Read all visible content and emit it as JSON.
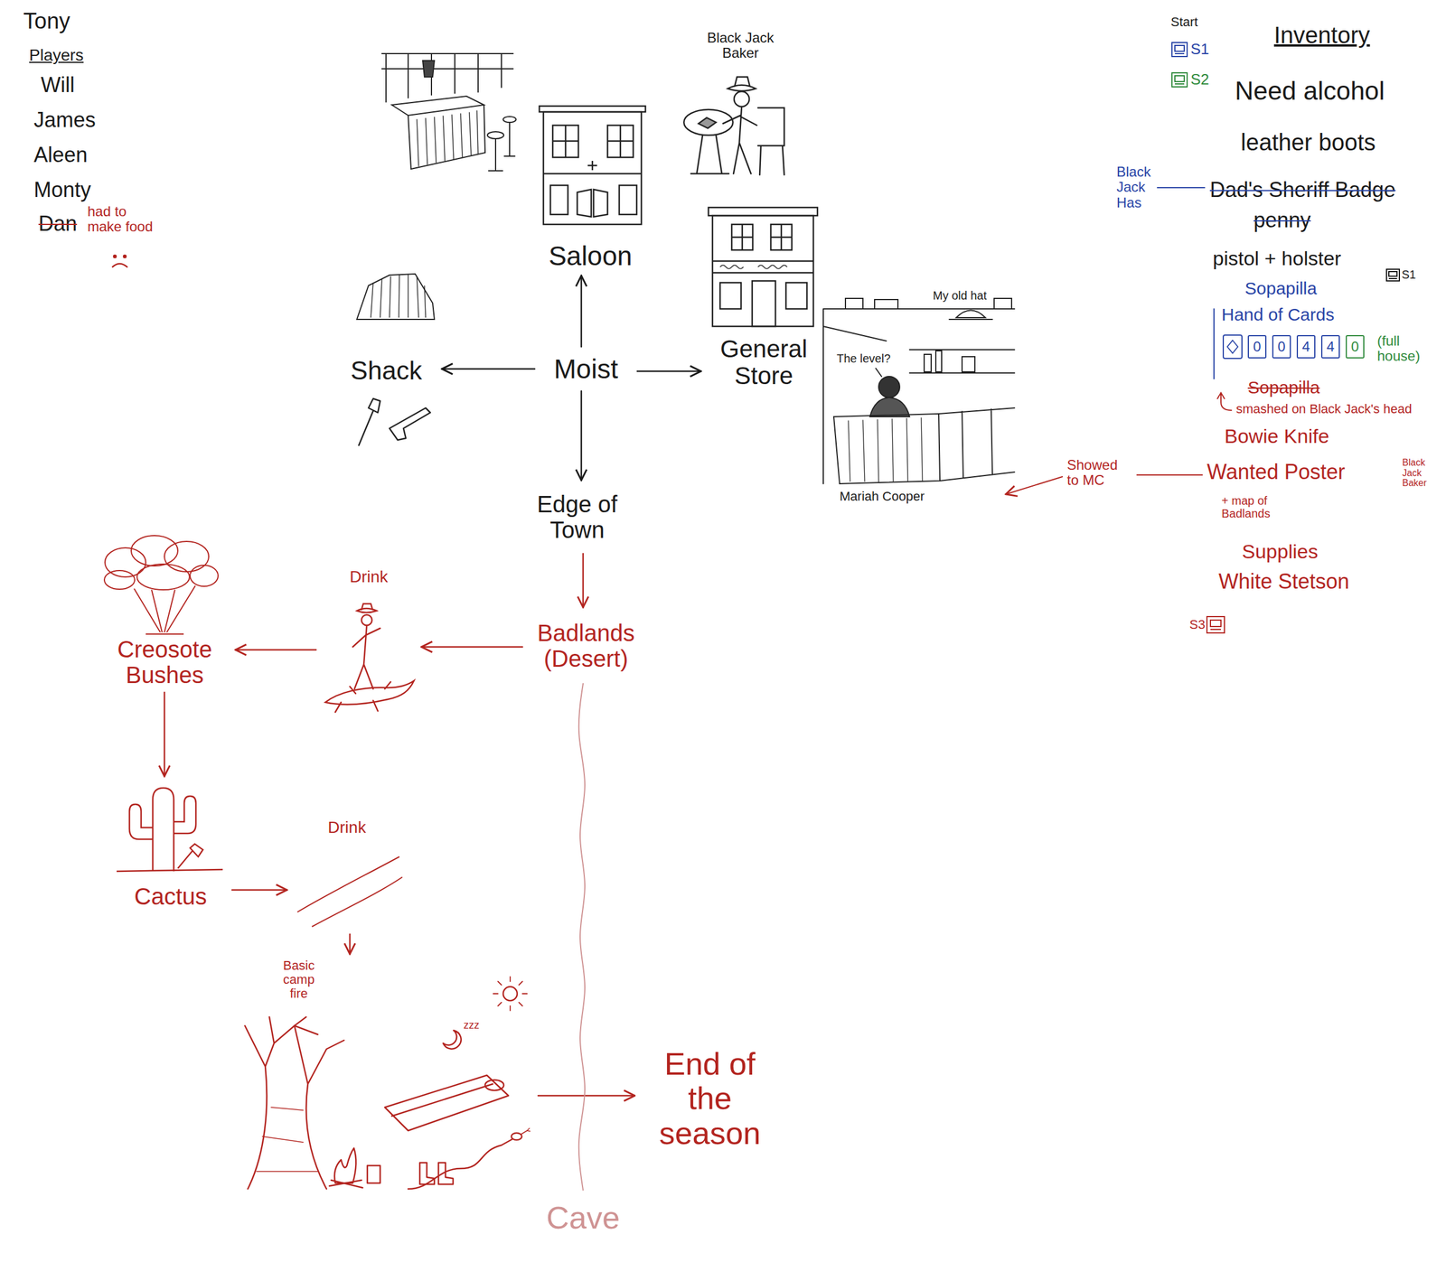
{
  "diagram": {
    "nodes": [
      {
        "text": [
          "Saloon"
        ]
      },
      {
        "text": [
          "Shack"
        ]
      },
      {
        "text": [
          "Moist"
        ]
      },
      {
        "text": [
          "General Store"
        ]
      },
      {
        "text": [
          "Edge of Town"
        ]
      },
      {
        "text": [
          "Badlands (Desert)"
        ]
      },
      {
        "text": [
          "Drink"
        ]
      },
      {
        "text": [
          "Creosote Bushes"
        ]
      },
      {
        "text": [
          "Cactus"
        ]
      },
      {
        "text": [
          "Drink"
        ]
      },
      {
        "text": [
          "Basic camp fire"
        ]
      },
      {
        "text": [
          "End of the season"
        ]
      },
      {
        "text": [
          "Cave"
        ]
      },
      {
        "text": [
          "0"
        ]
      },
      {
        "text": [
          "0"
        ]
      },
      {
        "text": [
          "4"
        ]
      },
      {
        "text": [
          "4"
        ]
      },
      {
        "text": [
          "0"
        ]
      }
    ],
    "edges": [
      {
        "from": 2,
        "to": 0,
        "arrow": "to"
      },
      {
        "from": 2,
        "to": 1,
        "arrow": "to"
      },
      {
        "from": 2,
        "to": 3,
        "arrow": "to"
      },
      {
        "from": 2,
        "to": 4,
        "arrow": "to"
      },
      {
        "from": 4,
        "to": 5,
        "arrow": "to"
      },
      {
        "from": 5,
        "to": 6,
        "arrow": "to"
      },
      {
        "from": 6,
        "to": 7,
        "arrow": "to"
      },
      {
        "from": 7,
        "to": 8,
        "arrow": "to"
      },
      {
        "from": 8,
        "to": 9,
        "arrow": "to"
      },
      {
        "from": 9,
        "to": 10,
        "arrow": "to"
      },
      {
        "from": 10,
        "to": 11,
        "arrow": "to"
      },
      {
        "from": 5,
        "to": 12,
        "arrow": "none"
      }
    ],
    "labels": [
      "Tony",
      "Players",
      "Will",
      "James",
      "Aleen",
      "Monty",
      "Dan",
      "had to make food",
      "Black Jack Baker",
      "My old hat",
      "The level?",
      "Mariah Cooper",
      "zzz",
      "Start",
      "S1",
      "S2",
      "Inventory",
      "Need alcohol",
      "leather boots",
      "Black Jack Has",
      "Dad's Sheriff Badge",
      "penny",
      "pistol + holster",
      "S1",
      "Sopapilla",
      "Hand of Cards",
      "(full house)",
      "Sopapilla",
      "smashed on Black Jack's head",
      "Bowie Knife",
      "Wanted Poster",
      "Black Jack Baker",
      "+ map of Badlands",
      "Supplies",
      "White Stetson",
      "S3",
      "Showed to MC"
    ]
  }
}
